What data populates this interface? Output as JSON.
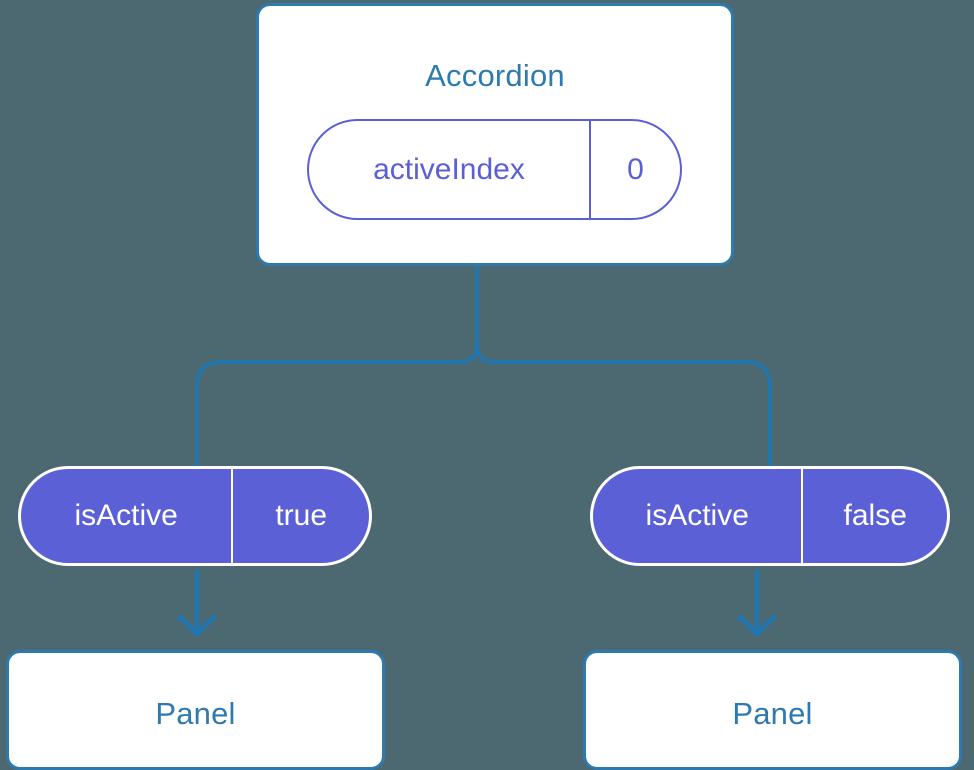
{
  "diagram": {
    "background_color": "#4c6870",
    "accent_blue": "#2e7aae",
    "accent_purple": "#5b5fd4",
    "pill_fill": "#5b60d6",
    "root": {
      "title": "Accordion",
      "prop": {
        "key": "activeIndex",
        "value": "0"
      }
    },
    "branches": [
      {
        "side": "left",
        "prop": {
          "key": "isActive",
          "value": "true"
        },
        "child": {
          "title": "Panel"
        }
      },
      {
        "side": "right",
        "prop": {
          "key": "isActive",
          "value": "false"
        },
        "child": {
          "title": "Panel"
        }
      }
    ]
  }
}
